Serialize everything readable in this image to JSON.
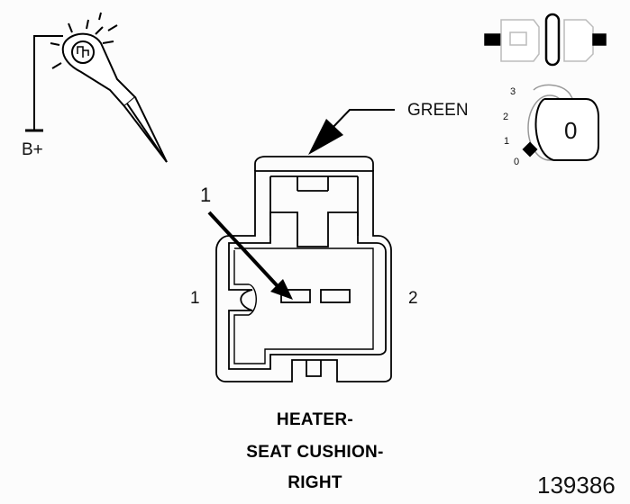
{
  "test_light": {
    "supply_label": "B+"
  },
  "connector": {
    "color_label": "GREEN",
    "pin_callout": "1",
    "pin_left_label": "1",
    "pin_right_label": "2"
  },
  "ignition": {
    "positions": [
      "3",
      "2",
      "1",
      "0"
    ],
    "key_position": "0"
  },
  "caption": {
    "line1": "HEATER-",
    "line2": "SEAT CUSHION-",
    "line3": "RIGHT"
  },
  "figure_number": "139386"
}
